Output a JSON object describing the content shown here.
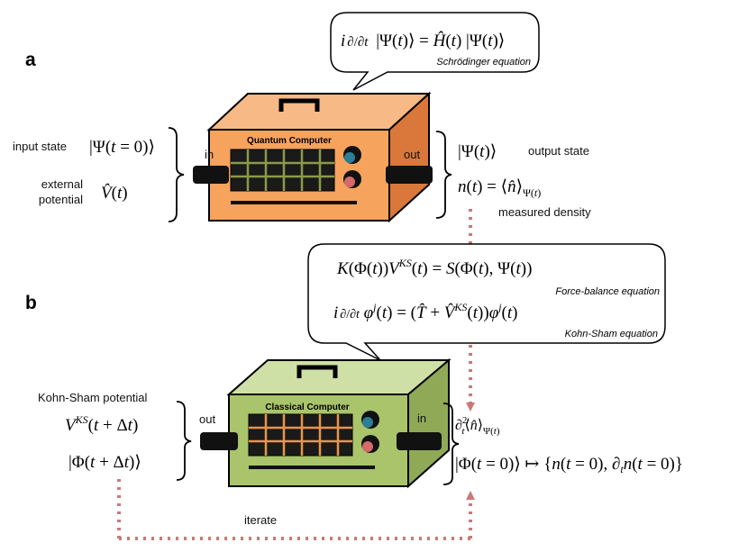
{
  "panels": {
    "a": "a",
    "b": "b"
  },
  "panel_a": {
    "bubble_equation": "i ∂/∂t |Ψ(t)⟩ = Ĥ(t) |Ψ(t)⟩",
    "bubble_caption": "Schrödinger equation",
    "box_title": "Quantum Computer",
    "in_label": "in",
    "out_label": "out",
    "input_state_label": "input state",
    "input_state_math": "|Ψ(t = 0)⟩",
    "external_label_1": "external",
    "external_label_2": "potential",
    "external_potential_math": "V̂(t)",
    "output_state_math": "|Ψ(t)⟩",
    "output_state_label": "output state",
    "density_math": "n(t) = ⟨n̂⟩Ψ(t)",
    "measured_label": "measured density"
  },
  "panel_b": {
    "force_balance_equation": "K(Φ(t))V^KS(t) = S(Φ(t), Ψ(t))",
    "force_balance_caption": "Force-balance equation",
    "kohn_sham_equation": "i ∂/∂t φ^j(t) = (T̂ + V̂^KS(t))φ^j(t)",
    "kohn_sham_caption": "Kohn-Sham equation",
    "box_title": "Classical Computer",
    "out_label": "out",
    "in_label": "in",
    "ks_potential_label": "Kohn-Sham potential",
    "ks_potential_math": "V^KS(t + Δt)",
    "phi_next_math": "|Φ(t + Δt)⟩",
    "density_derivative_math": "∂t² ⟨n̂⟩Ψ(t)",
    "initial_state_map_math": "|Φ(t = 0)⟩ ↦ {n(t = 0), ∂t n(t = 0)}",
    "iterate_label": "iterate"
  },
  "colors": {
    "quantum_box": "#f6a35e",
    "classical_box": "#a9c46a",
    "quantum_grid": "#8a9a4a",
    "classical_grid": "#e8944a",
    "connector_dots": "#c97a78",
    "knob_teal": "#2b7f94",
    "knob_red": "#d46a6a"
  }
}
